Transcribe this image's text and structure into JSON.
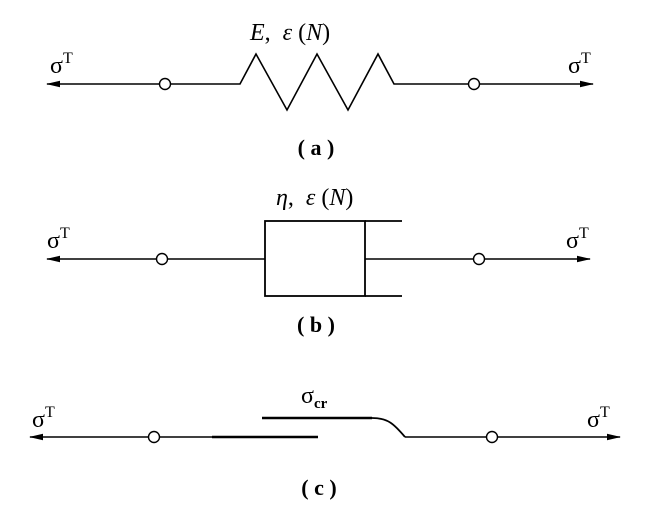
{
  "stress_symbol": "σ",
  "stress_superscript": "T",
  "panels": [
    {
      "id": "a",
      "element": "spring",
      "label_parts": [
        "E",
        ",  ",
        "ε",
        " (",
        "N",
        ")"
      ],
      "caption": "( a )"
    },
    {
      "id": "b",
      "element": "dashpot",
      "label_parts": [
        "η",
        ",  ",
        "ε",
        " (",
        "N",
        ")"
      ],
      "caption": "( b )"
    },
    {
      "id": "c",
      "element": "slider",
      "label_symbol": "σ",
      "label_subscript": "cr",
      "caption": "( c )"
    }
  ],
  "colors": {
    "stroke": "#000000",
    "background": "#ffffff"
  }
}
